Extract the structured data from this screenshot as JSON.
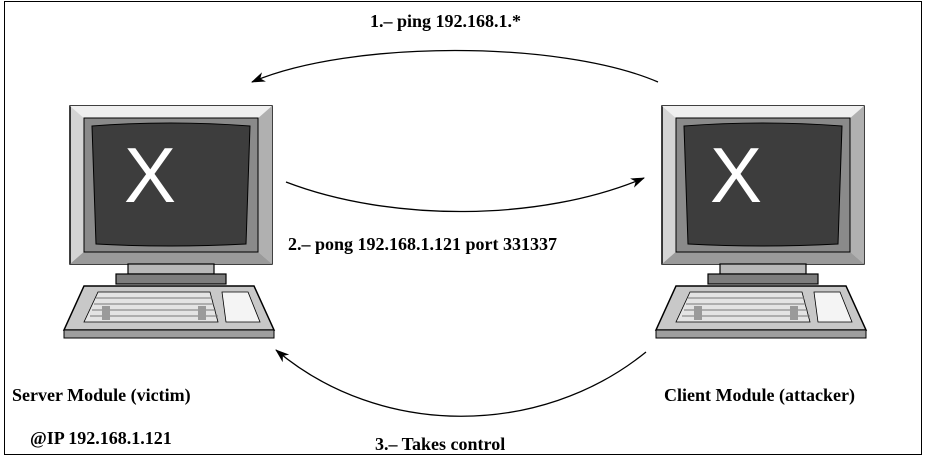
{
  "diagram": {
    "steps": {
      "ping": "1.– ping 192.168.1.*",
      "pong": "2.– pong 192.168.1.121 port 331337",
      "control": "3.– Takes control"
    },
    "server": {
      "label": "Server Module (victim)",
      "ip": "@IP 192.168.1.121",
      "screen_glyph": "X"
    },
    "client": {
      "label": "Client Module (attacker)",
      "screen_glyph": "X"
    },
    "colors": {
      "screen": "#3d3d3d",
      "bezel": "#c8c8c8",
      "bezel_dark": "#8a8a8a",
      "glyph": "#ffffff",
      "line": "#000000"
    }
  }
}
